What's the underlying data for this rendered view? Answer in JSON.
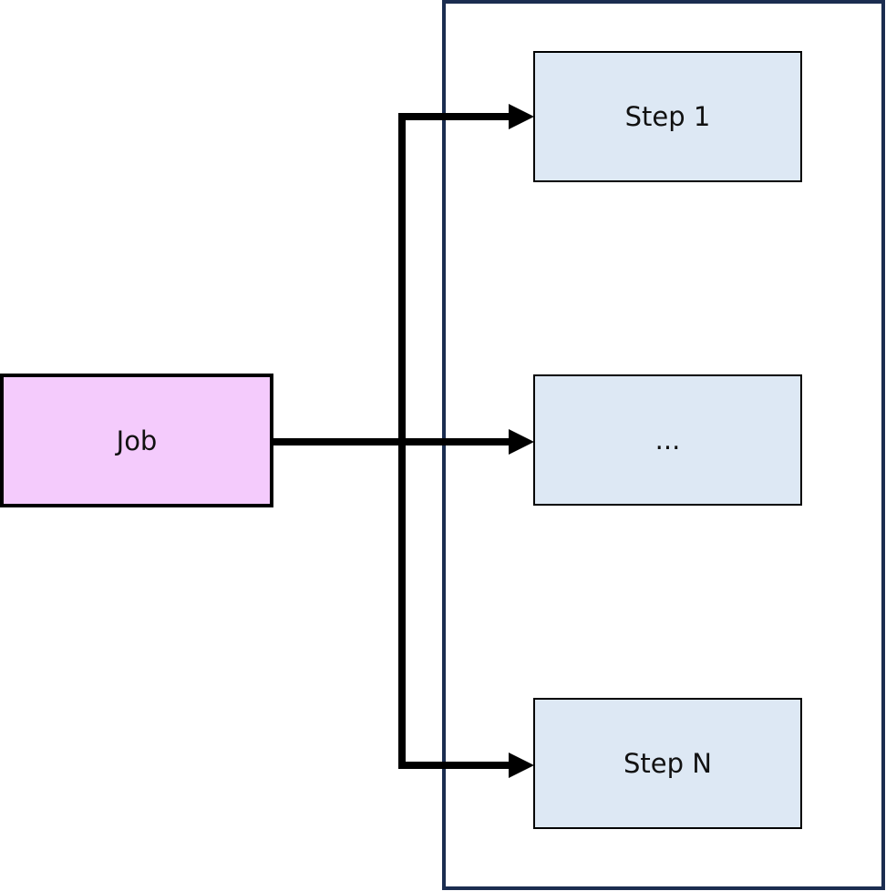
{
  "job": {
    "label": "Job",
    "fill": "#f4cbfc"
  },
  "steps": [
    {
      "label": "Step 1"
    },
    {
      "label": "..."
    },
    {
      "label": "Step N"
    }
  ],
  "colors": {
    "step_fill": "#dde8f4",
    "container_border": "#1b2d50",
    "arrow": "#000000"
  }
}
